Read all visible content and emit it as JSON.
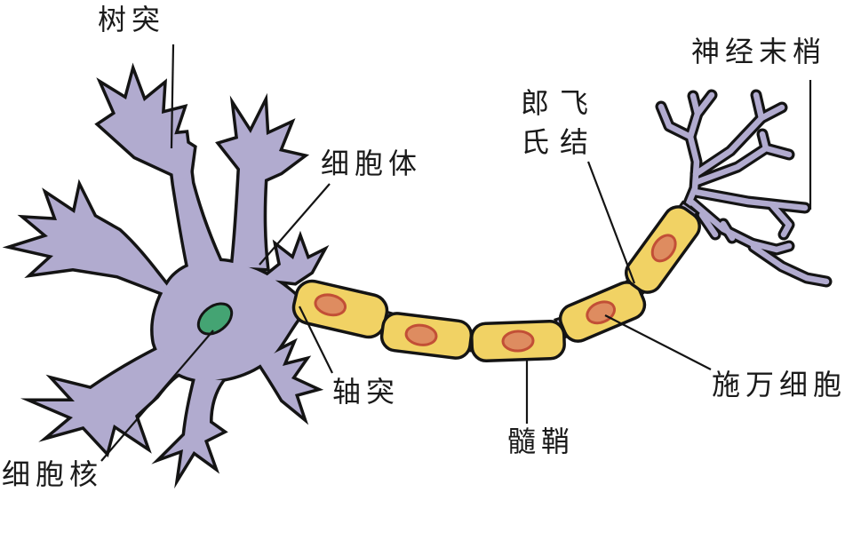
{
  "labels": {
    "dendrite": "树突",
    "cell_body": "细胞体",
    "nerve_terminal": "神经末梢",
    "node_of_ranvier": {
      "line1": "郎飞",
      "line2": "氏结"
    },
    "axon": "轴突",
    "cell_nucleus": "细胞核",
    "myelin_sheath": "髓鞘",
    "schwann_cell": "施万细胞"
  },
  "colors": {
    "background": "#ffffff",
    "outline": "#141414",
    "neuron_fill": "#b1abcf",
    "myelin_fill": "#f1d264",
    "schwann_nucleus_fill": "#de8c60",
    "schwann_nucleus_stroke": "#c24f36",
    "cell_nucleus_fill": "#44a473",
    "label_text": "#1a1a1a"
  }
}
